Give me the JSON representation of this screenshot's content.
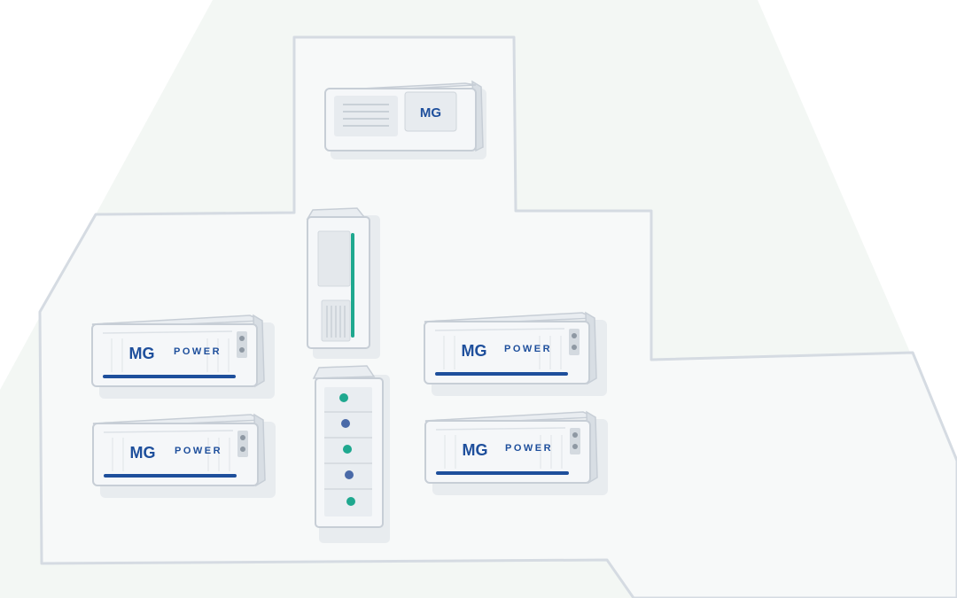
{
  "brand": {
    "logo_mark": "MG",
    "product_word": "POWER",
    "primary_color": "#1e4f9c",
    "accent_teal": "#1fa88f",
    "accent_blue": "#4a6aa8"
  },
  "units": [
    {
      "id": "battery-top-left",
      "kind": "battery",
      "logo": "MG",
      "label": "POWER"
    },
    {
      "id": "battery-bottom-left",
      "kind": "battery",
      "logo": "MG",
      "label": "POWER"
    },
    {
      "id": "battery-top-right",
      "kind": "battery",
      "logo": "MG",
      "label": "POWER"
    },
    {
      "id": "battery-bottom-right",
      "kind": "battery",
      "logo": "MG",
      "label": "POWER"
    },
    {
      "id": "controller",
      "kind": "controller",
      "logo": "MG"
    },
    {
      "id": "inverter",
      "kind": "inverter"
    },
    {
      "id": "indicator-column",
      "kind": "indicator",
      "lights": [
        "teal",
        "blue",
        "teal",
        "blue",
        "teal"
      ]
    }
  ]
}
